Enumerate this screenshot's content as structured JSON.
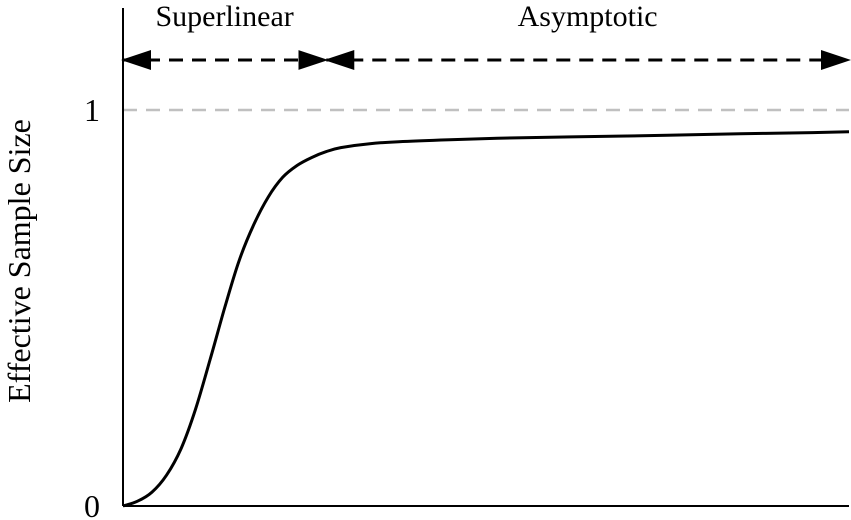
{
  "chart_data": {
    "type": "line",
    "xlabel": "",
    "ylabel": "Effective Sample Size",
    "ylim": [
      0,
      1
    ],
    "y_ticks": [
      {
        "value": 0,
        "label": "0"
      },
      {
        "value": 1,
        "label": "1"
      }
    ],
    "reference_line": {
      "y": 1,
      "style": "dashed",
      "color": "#c0c0c0"
    },
    "series": [
      {
        "color": "#000000",
        "x": [
          0,
          0.02,
          0.04,
          0.06,
          0.08,
          0.1,
          0.12,
          0.14,
          0.16,
          0.18,
          0.2,
          0.22,
          0.24,
          0.26,
          0.28,
          0.3,
          0.34,
          0.38,
          0.45,
          0.55,
          0.65,
          0.75,
          0.85,
          0.95,
          1.0
        ],
        "y": [
          0,
          0.012,
          0.035,
          0.078,
          0.145,
          0.245,
          0.37,
          0.5,
          0.62,
          0.71,
          0.78,
          0.83,
          0.86,
          0.88,
          0.895,
          0.905,
          0.915,
          0.92,
          0.925,
          0.93,
          0.933,
          0.936,
          0.94,
          0.943,
          0.945
        ]
      }
    ],
    "regions": [
      {
        "label": "Superlinear",
        "x_start": 0,
        "x_end": 0.28
      },
      {
        "label": "Asymptotic",
        "x_start": 0.28,
        "x_end": 1.0
      }
    ],
    "region_arrow_color": "#000000"
  }
}
